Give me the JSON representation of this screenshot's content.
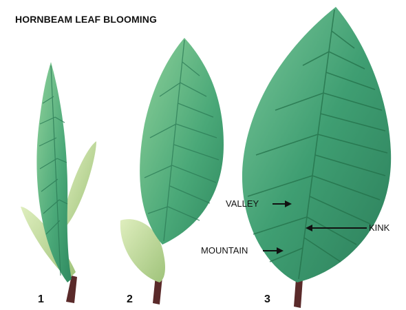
{
  "title": "HORNBEAM LEAF BLOOMING",
  "stages": [
    {
      "number": "1"
    },
    {
      "number": "2"
    },
    {
      "number": "3"
    }
  ],
  "callouts": {
    "valley": "VALLEY",
    "kink": "KINK",
    "mountain": "MOUNTAIN"
  },
  "colors": {
    "leaf_dark": "#2e8a62",
    "leaf_mid": "#46a57a",
    "leaf_light": "#6cc08f",
    "bud": "#bcd79a",
    "stem": "#5a2a2a"
  }
}
